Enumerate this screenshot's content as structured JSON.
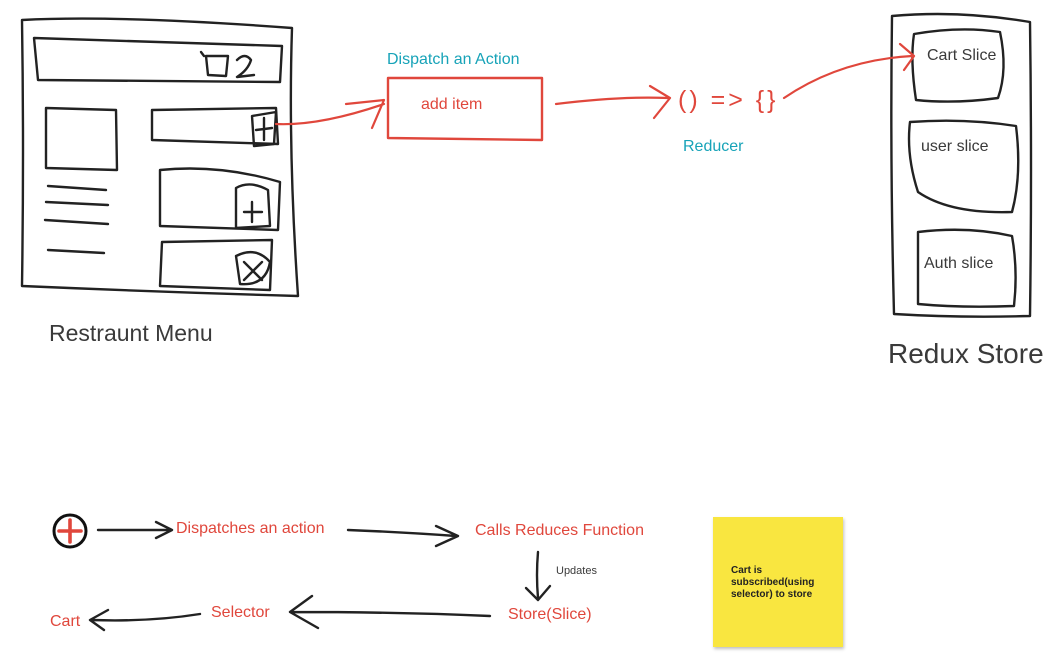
{
  "colors": {
    "ink": "#222222",
    "red": "#e0473c",
    "teal": "#17a3b8",
    "sticky": "#f9e640"
  },
  "top": {
    "menu_label": "Restraunt Menu",
    "dispatch_label": "Dispatch an Action",
    "action_box_label": "add item",
    "reducer_code": "() => {}",
    "reducer_label": "Reducer",
    "store_label": "Redux Store",
    "slices": [
      "Cart Slice",
      "user slice",
      "Auth slice"
    ]
  },
  "flow": {
    "start_icon": "plus-circle-icon",
    "step1": "Dispatches an action",
    "step2": "Calls Reduces Function",
    "updates_label": "Updates",
    "step3": "Store(Slice)",
    "step4": "Selector",
    "step5": "Cart"
  },
  "sticky_note": {
    "text": "Cart is subscribed(using selector) to store"
  }
}
